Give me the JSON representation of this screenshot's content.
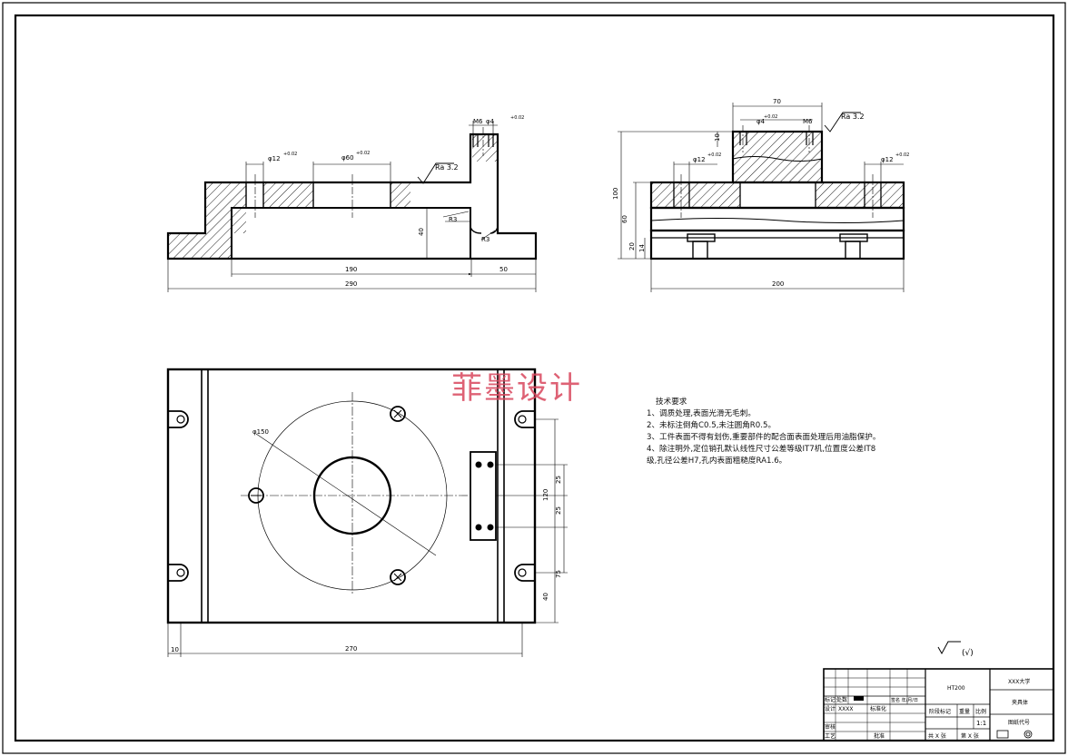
{
  "drawing": {
    "watermark": "菲墨设计",
    "dims": {
      "d_dia12_left": "φ12",
      "d_dia12_left_tol": "+0.02",
      "d_dia60": "φ60",
      "d_dia60_tol": "+0.02",
      "d_m6_side": "M6",
      "d_dia4_side": "φ4",
      "d_dia4_side_tol": "+0.02",
      "d_ra_left": "Ra 3.2",
      "d_r3_a": "R3",
      "d_r3_b": "R3",
      "d_40_side": "40",
      "d_190": "190",
      "d_50": "50",
      "d_290": "290",
      "d_70": "70",
      "d_m6_front": "M6",
      "d_dia4_front": "φ4",
      "d_dia4_front_tol": "+0.02",
      "d_ra_right": "Ra 3.2",
      "d_10": "10",
      "d_dia12_front_l": "φ12",
      "d_dia12_front_l_tol": "+0.02",
      "d_dia12_front_r": "φ12",
      "d_dia12_front_r_tol": "+0.02",
      "d_100": "100",
      "d_60": "60",
      "d_20": "20",
      "d_14": "14",
      "d_200": "200",
      "d_dia150": "φ150",
      "d_25a": "25",
      "d_120": "120",
      "d_25b": "25",
      "d_75": "75",
      "d_40_plan": "40",
      "d_10_plan": "10",
      "d_270": "270"
    }
  },
  "tech_requirements": {
    "title": "技术要求",
    "items": [
      "1、调质处理,表面光滑无毛刺。",
      "2、未标注倒角C0.5,未注圆角R0.5。",
      "3、工件表面不得有划伤,重要部件的配合面表面处理后用油脂保护。",
      "4、除注明外,定位销孔默认线性尺寸公差等级IT7机,位置度公差IT8",
      "级,孔径公差H7,孔内表面粗糙度RA1.6。"
    ]
  },
  "roughness_symbol": "(√)",
  "title_block": {
    "material": "HT200",
    "school": "XXX大学",
    "part_name": "夹具体",
    "drawing_no": "图纸代号",
    "col_mark": "标记",
    "col_count": "处数",
    "col_sign_date": "签名 年/月/日",
    "designer": "设计",
    "designer_name": "XXXX",
    "standard": "标准化",
    "stage_mark": "阶段标记",
    "weight": "重量",
    "scale": "比例",
    "scale_value": "1:1",
    "review": "审核",
    "process": "工艺",
    "approve": "批准",
    "sheets_total": "共 X 张",
    "sheet_no": "第 X 张"
  }
}
